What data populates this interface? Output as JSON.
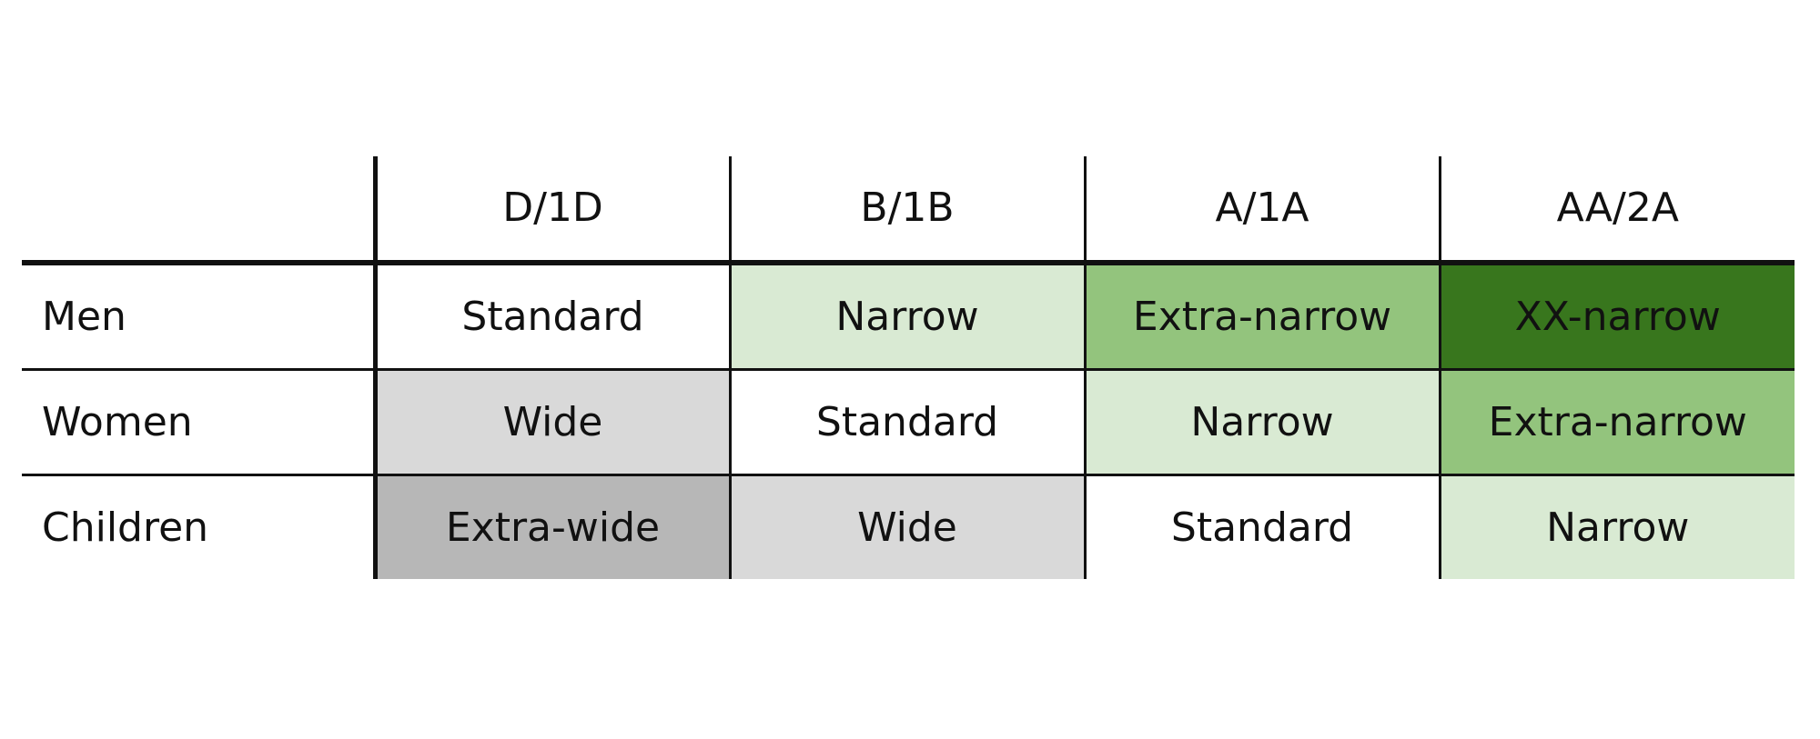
{
  "chart_data": {
    "type": "table",
    "columns": [
      "D/1D",
      "B/1B",
      "A/1A",
      "AA/2A"
    ],
    "rows": [
      {
        "label": "Men",
        "cells": [
          {
            "text": "Standard",
            "color": "#ffffff"
          },
          {
            "text": "Narrow",
            "color": "#d9ead3"
          },
          {
            "text": "Extra-narrow",
            "color": "#93c47d"
          },
          {
            "text": "XX-narrow",
            "color": "#38761d"
          }
        ]
      },
      {
        "label": "Women",
        "cells": [
          {
            "text": "Wide",
            "color": "#d9d9d9"
          },
          {
            "text": "Standard",
            "color": "#ffffff"
          },
          {
            "text": "Narrow",
            "color": "#d9ead3"
          },
          {
            "text": "Extra-narrow",
            "color": "#93c47d"
          }
        ]
      },
      {
        "label": "Children",
        "cells": [
          {
            "text": "Extra-wide",
            "color": "#b7b7b7"
          },
          {
            "text": "Wide",
            "color": "#d9d9d9"
          },
          {
            "text": "Standard",
            "color": "#ffffff"
          },
          {
            "text": "Narrow",
            "color": "#d9ead3"
          }
        ]
      }
    ]
  }
}
